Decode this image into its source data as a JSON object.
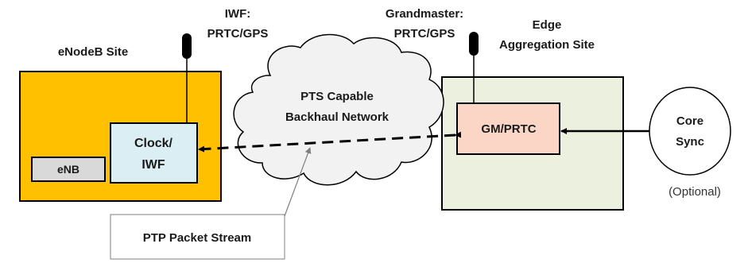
{
  "labels": {
    "enodeb_site": "eNodeB Site",
    "iwf_line1": "IWF:",
    "iwf_line2": "PRTC/GPS",
    "grandmaster_line1": "Grandmaster:",
    "grandmaster_line2": "PRTC/GPS",
    "edge_line1": "Edge",
    "edge_line2": "Aggregation Site",
    "cloud_line1": "PTS Capable",
    "cloud_line2": "Backhaul Network",
    "clock_line1": "Clock/",
    "clock_line2": "IWF",
    "enb": "eNB",
    "gm_prtc": "GM/PRTC",
    "core_line1": "Core",
    "core_line2": "Sync",
    "optional": "(Optional)",
    "ptp_stream": "PTP Packet Stream"
  },
  "colors": {
    "enodeb_fill": "#FFC000",
    "edge_fill": "#EBF1DE",
    "clock_fill": "#DAEEF3",
    "enb_fill": "#D9D9D9",
    "gm_fill": "#FBD5C5",
    "cloud_fill": "#F2F2F2"
  }
}
